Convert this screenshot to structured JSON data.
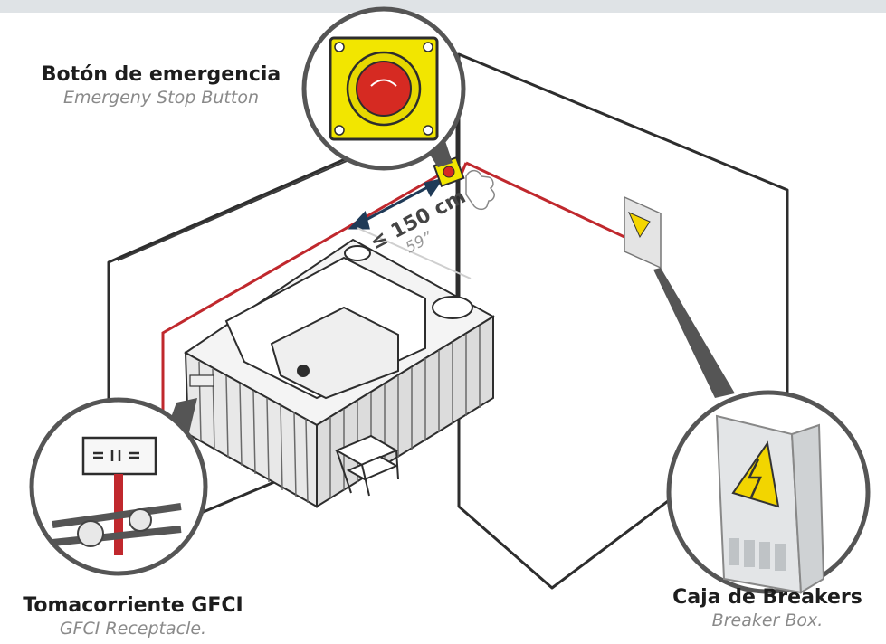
{
  "labels": {
    "emergency": {
      "title": "Botón de emergencia",
      "subtitle": "Emergeny Stop Button"
    },
    "gfci": {
      "title": "Tomacorriente GFCI",
      "subtitle": "GFCI Receptacle."
    },
    "breaker": {
      "title": "Caja de Breakers",
      "subtitle": "Breaker Box."
    }
  },
  "distance": {
    "metric": "≤ 150 cm",
    "imperial": "59”"
  },
  "colors": {
    "wire": "#c0282d",
    "button_yellow": "#f2e600",
    "button_red": "#d62a22",
    "outline": "#2d2d2d",
    "frame_gray": "#555555"
  },
  "icons": [
    "emergency-stop-icon",
    "breaker-box-icon",
    "gfci-outlet-icon",
    "hand-icon",
    "lightning-icon"
  ]
}
